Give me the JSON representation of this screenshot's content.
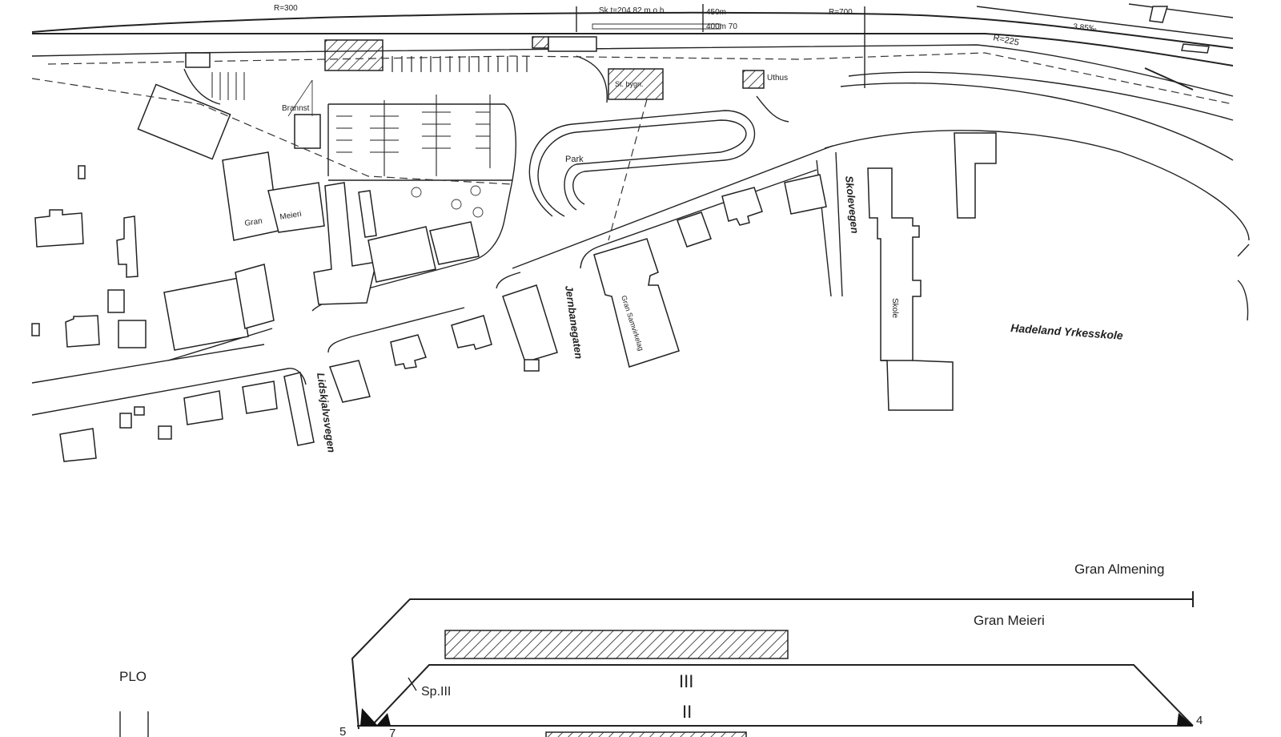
{
  "map_labels": {
    "sk_station": "Sk.t=204,82 m.o.h.",
    "len_450": "450m",
    "len_400": "400m 70",
    "r_300": "R=300",
    "r_700": "R=700",
    "r_225": "R=225",
    "grade_3": "3.85‰",
    "brannst": "Brannst",
    "st_bygn": "St. bygn.",
    "uthus": "Uthus",
    "park": "Park",
    "gran": "Gran",
    "meieri": "Meieri",
    "gran_samvirkelag": "Gran Samvirkelag",
    "skole": "Skole",
    "hadeland_yrkesskole": "Hadeland Yrkesskole",
    "jernbanegaten": "Jernbanegaten",
    "lidskjalvsvegen": "Lidskjalvsvegen",
    "skolevegen": "Skolevegen"
  },
  "diagram_labels": {
    "gran_almening": "Gran Almening",
    "gran_meieri": "Gran Meieri",
    "plo": "PLO",
    "sp3": "Sp.III",
    "track3": "III",
    "track2": "II",
    "num5": "5",
    "num7": "7",
    "num4": "4"
  }
}
